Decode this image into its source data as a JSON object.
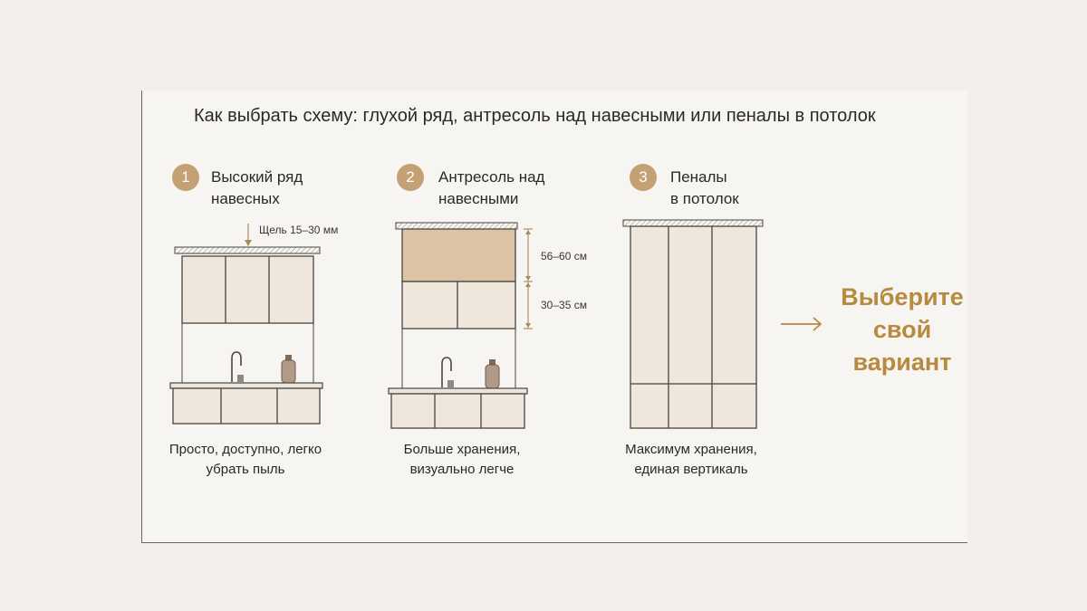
{
  "title": "Как выбрать схему: глухой ряд, антресоль над навесными или пеналы в потолок",
  "options": [
    {
      "number": "1",
      "heading": "Высокий ряд\nнавесных",
      "dimension_note": "Щель 15–30 мм",
      "caption": "Просто, доступно, легко\nубрать пыль"
    },
    {
      "number": "2",
      "heading": "Антресоль над\nнавесными",
      "dimension_upper": "56–60 см",
      "dimension_lower": "30–35 см",
      "caption": "Больше хранения,\nвизуально легче"
    },
    {
      "number": "3",
      "heading": "Пеналы\nв потолок",
      "caption": "Максимум хранения,\nединая вертикаль"
    }
  ],
  "cta": "Выберите\nсвой\nвариант",
  "colors": {
    "accent": "#c3a175",
    "cta_text": "#b88a3f",
    "cabinet_fill": "#efe6dc",
    "mezzanine_fill": "#dcc3a3",
    "line": "#4a4541"
  }
}
